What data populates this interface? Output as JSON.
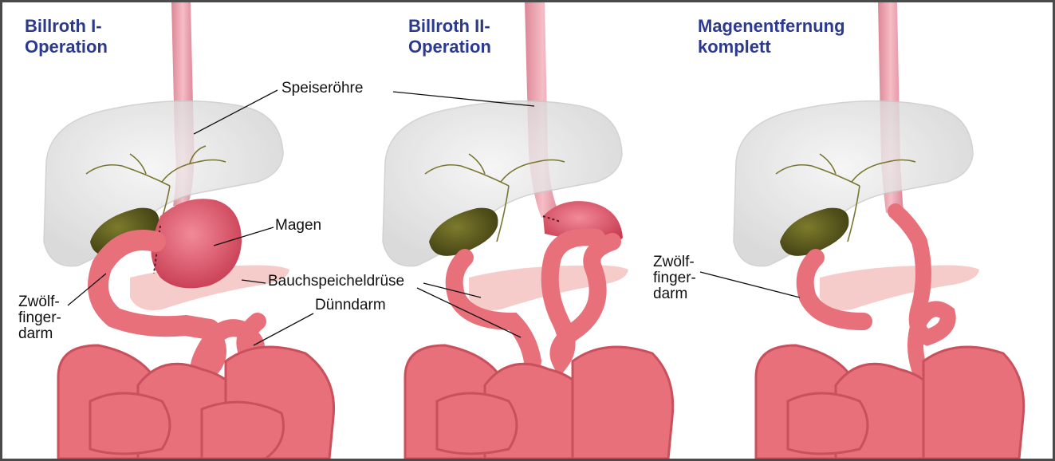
{
  "panels": [
    {
      "title_line1": "Billroth I-",
      "title_line2": "Operation"
    },
    {
      "title_line1": "Billroth II-",
      "title_line2": "Operation"
    },
    {
      "title_line1": "Magenentfernung",
      "title_line2": "komplett"
    }
  ],
  "labels": {
    "speiseroehre": "Speiseröhre",
    "magen": "Magen",
    "bauchspeicheldruese": "Bauchspeicheldrüse",
    "duenndarm": "Dünndarm",
    "zwoelffingerdarm_1": "Zwölf-\nfinger-\ndarm",
    "zwoelffingerdarm_2": "Zwölf-\nfinger-\ndarm"
  },
  "colors": {
    "title": "#2b3a8f",
    "intestine": "#e8707a",
    "intestine_dark": "#c9505c",
    "stomach": "#e0566a",
    "esophagus": "#eea0ae",
    "liver": "#e6e6e6",
    "gallbladder": "#5b5a1e",
    "pancreas": "#f3c3c0",
    "bile_duct": "#6b6a2a"
  }
}
